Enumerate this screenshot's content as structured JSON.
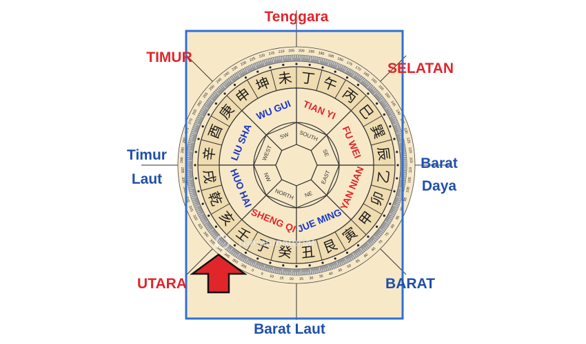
{
  "directions": {
    "tenggara": "Tenggara",
    "timur": "TIMUR",
    "selatan": "SELATAN",
    "timur_laut_line1": "Timur",
    "timur_laut_line2": "Laut",
    "barat_daya_line1": "Barat",
    "barat_daya_line2": "Daya",
    "utara": "UTARA",
    "barat": "BARAT",
    "barat_laut": "Barat Laut"
  },
  "compass": {
    "rotation_deg": -22.5,
    "degree_step": 5,
    "mountains": [
      "子",
      "癸",
      "丑",
      "艮",
      "寅",
      "甲",
      "卯",
      "乙",
      "辰",
      "巽",
      "巳",
      "丙",
      "午",
      "丁",
      "未",
      "坤",
      "申",
      "庚",
      "酉",
      "辛",
      "戌",
      "乾",
      "亥",
      "壬"
    ],
    "sectors": [
      {
        "star": "SHENG QI",
        "dir": "NORTH",
        "abbr": "N",
        "good": true
      },
      {
        "star": "JUE MING",
        "dir": "NORTHEAST",
        "abbr": "NE",
        "good": false
      },
      {
        "star": "YAN NIAN",
        "dir": "EAST",
        "abbr": "E",
        "good": true
      },
      {
        "star": "FU WEI",
        "dir": "SOUTHEAST",
        "abbr": "SE",
        "good": true
      },
      {
        "star": "TIAN YI",
        "dir": "SOUTH",
        "abbr": "S",
        "good": true
      },
      {
        "star": "WU GUI",
        "dir": "SOUTHWEST",
        "abbr": "SW",
        "good": false
      },
      {
        "star": "LIU SHA",
        "dir": "WEST",
        "abbr": "W",
        "good": false
      },
      {
        "star": "HUO HAI",
        "dir": "NORTHWEST",
        "abbr": "NW",
        "good": false
      }
    ]
  },
  "watermark": "rumahmaterial",
  "colors": {
    "background": "#f7e9c8",
    "frame": "#2f6fd6",
    "good_star": "#e0262b",
    "bad_star": "#1a36c8",
    "label_red": "#e0262b",
    "label_blue": "#1f4fa8",
    "arrow": "#e0262b"
  }
}
